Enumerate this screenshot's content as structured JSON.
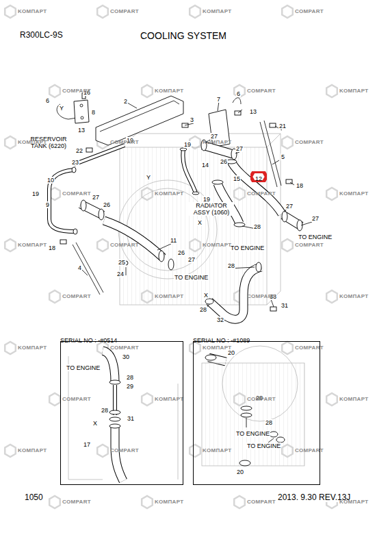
{
  "diagram": {
    "title": "COOLING SYSTEM",
    "nodes": [
      {
        "text": [
          "SERIAL NO : -#0514"
        ]
      },
      {
        "text": [
          "SERIAL NO : -#1089"
        ]
      },
      {
        "text": [
          "12"
        ]
      }
    ],
    "labels": [
      "R300LC-9S",
      "16",
      "6",
      "2",
      "8",
      "Y",
      "13",
      "3",
      "7",
      "6",
      "13",
      "21",
      "RESERVOIR TANK (6220)",
      "22",
      "19",
      "19",
      "23",
      "27",
      "27",
      "5",
      "10",
      "Y",
      "26",
      "14",
      "15",
      "18",
      "19",
      "19",
      "27",
      "26",
      "9",
      "RADIATOR ASSY (1060)",
      "27",
      "27",
      "28",
      "X",
      "18",
      "TO ENGINE",
      "TO ENGINE",
      "11",
      "4",
      "25",
      "26",
      "27",
      "24",
      "TO ENGINE",
      "28",
      "X",
      "33",
      "31",
      "28",
      "32",
      "30",
      "TO ENGINE",
      "28",
      "29",
      "28",
      "31",
      "X",
      "17",
      "20",
      "28",
      "TO ENGINE",
      "28",
      "TO ENGINE",
      "20",
      "1050",
      "2013. 9.30 REV.13J",
      "KOMПАРТ",
      "COMPART",
      "KOMПАРТ",
      "COMPART",
      "COMPART",
      "KOMПАРТ",
      "COMPART",
      "KOMПАРТ",
      "KOMПАРТ",
      "COMPART",
      "KOMПАРТ",
      "COMPART",
      "COMPART",
      "KOMПАРТ",
      "COMPART",
      "KOMПАРТ",
      "KOMПАРТ",
      "COMPART",
      "KOMПАРТ",
      "COMPART",
      "COMPART",
      "KOMПАРТ",
      "COMPART",
      "KOMПАРТ",
      "KOMПАРТ",
      "COMPART",
      "KOMПАРТ",
      "COMPART",
      "COMPART",
      "KOMПАРТ",
      "COMPART",
      "KOMПАРТ",
      "KOMПАРТ",
      "COMPART",
      "KOMПАРТ",
      "COMPART",
      "COMPART",
      "KOMПАРТ",
      "COMPART",
      "KOMПАРТ"
    ]
  }
}
